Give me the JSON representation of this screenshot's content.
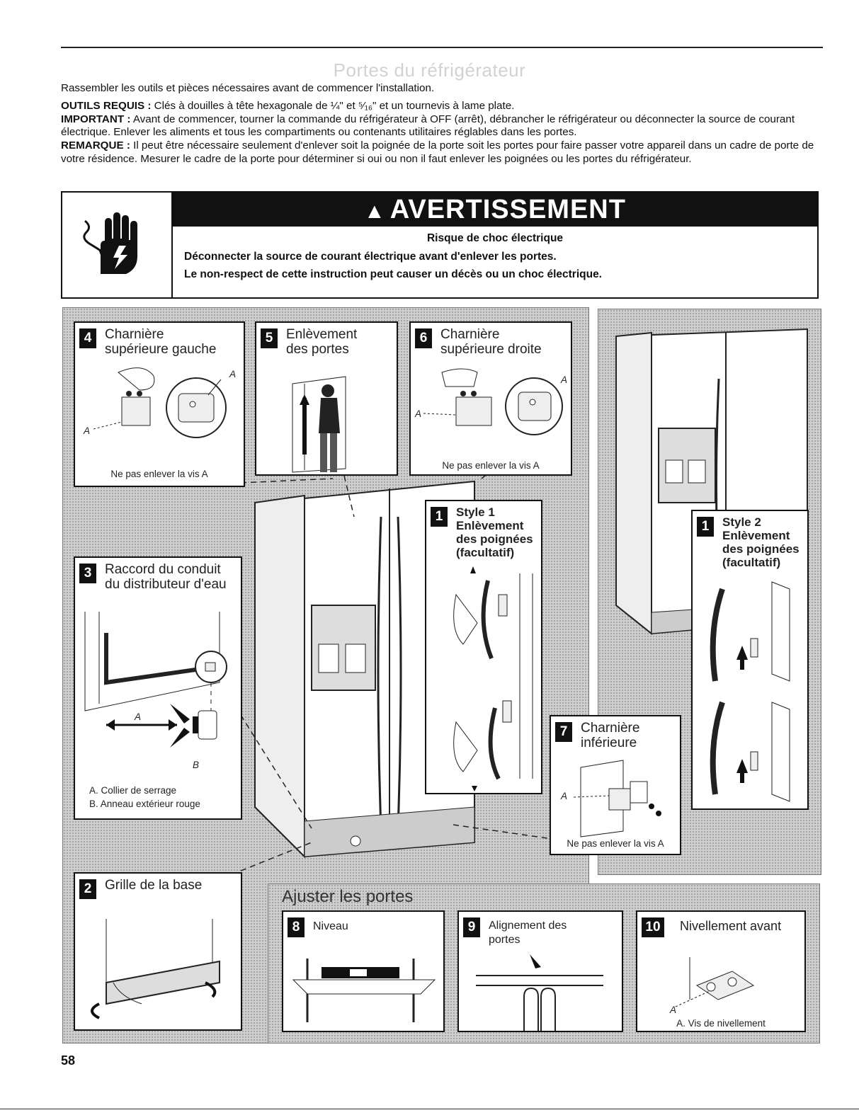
{
  "page": {
    "title": "Portes du réfrigérateur",
    "intro": "Rassembler les outils et pièces nécessaires avant de commencer l'installation.",
    "tools_label": "OUTILS REQUIS :",
    "tools_text": "Clés à douilles à tête hexagonale de ¼\" et ⁵⁄₁₆\" et un tournevis à lame plate.",
    "important_label": "IMPORTANT :",
    "important_text": "Avant de commencer, tourner la commande du réfrigérateur à OFF (arrêt), débrancher le réfrigérateur ou déconnecter la source de courant électrique. Enlever les aliments et tous les compartiments ou contenants utilitaires réglables dans les portes.",
    "remark_label": "REMARQUE :",
    "remark_text": "Il peut être nécessaire seulement d'enlever soit la poignée de la porte soit les portes pour faire passer votre appareil dans un cadre de porte de votre résidence. Mesurer le cadre de la porte pour déterminer si oui ou non il faut enlever les poignées ou les portes du réfrigérateur.",
    "page_number": "58"
  },
  "warning": {
    "symbol": "▲",
    "header": "AVERTISSEMENT",
    "risk": "Risque de choc électrique",
    "line1": "Déconnecter la source de courant électrique avant d'enlever les portes.",
    "line2": "Le non-respect de cette instruction peut causer un décès ou un choc électrique.",
    "icon": "electric-shock-hand-icon"
  },
  "steps": {
    "s4": {
      "num": "4",
      "title1": "Charnière",
      "title2": "supérieure gauche",
      "label_a": "A",
      "caption": "Ne pas enlever la vis A"
    },
    "s5": {
      "num": "5",
      "title1": "Enlèvement",
      "title2": "des portes"
    },
    "s6": {
      "num": "6",
      "title1": "Charnière",
      "title2": "supérieure droite",
      "label_a": "A",
      "caption": "Ne pas enlever la vis A"
    },
    "s1a": {
      "num": "1",
      "title1": "Style 1",
      "title2": "Enlèvement",
      "title3": "des poignées",
      "title4": "(facultatif)"
    },
    "s1b": {
      "num": "1",
      "title1": "Style 2",
      "title2": "Enlèvement",
      "title3": "des poignées",
      "title4": "(facultatif)"
    },
    "s3": {
      "num": "3",
      "title1": "Raccord du conduit",
      "title2": "du distributeur d'eau",
      "label_a": "A",
      "label_b": "B",
      "caption1": "A. Collier de serrage",
      "caption2": "B. Anneau extérieur rouge"
    },
    "s7": {
      "num": "7",
      "title1": "Charnière",
      "title2": "inférieure",
      "label_a": "A",
      "caption": "Ne pas enlever la vis A"
    },
    "s2": {
      "num": "2",
      "title1": "Grille de la base"
    },
    "adjust_title": "Ajuster les portes",
    "s8": {
      "num": "8",
      "title1": "Niveau"
    },
    "s9": {
      "num": "9",
      "title1": "Alignement des",
      "title2": "portes"
    },
    "s10": {
      "num": "10",
      "title1": "Nivellement avant",
      "label_a": "A",
      "caption": "A. Vis de nivellement"
    }
  }
}
